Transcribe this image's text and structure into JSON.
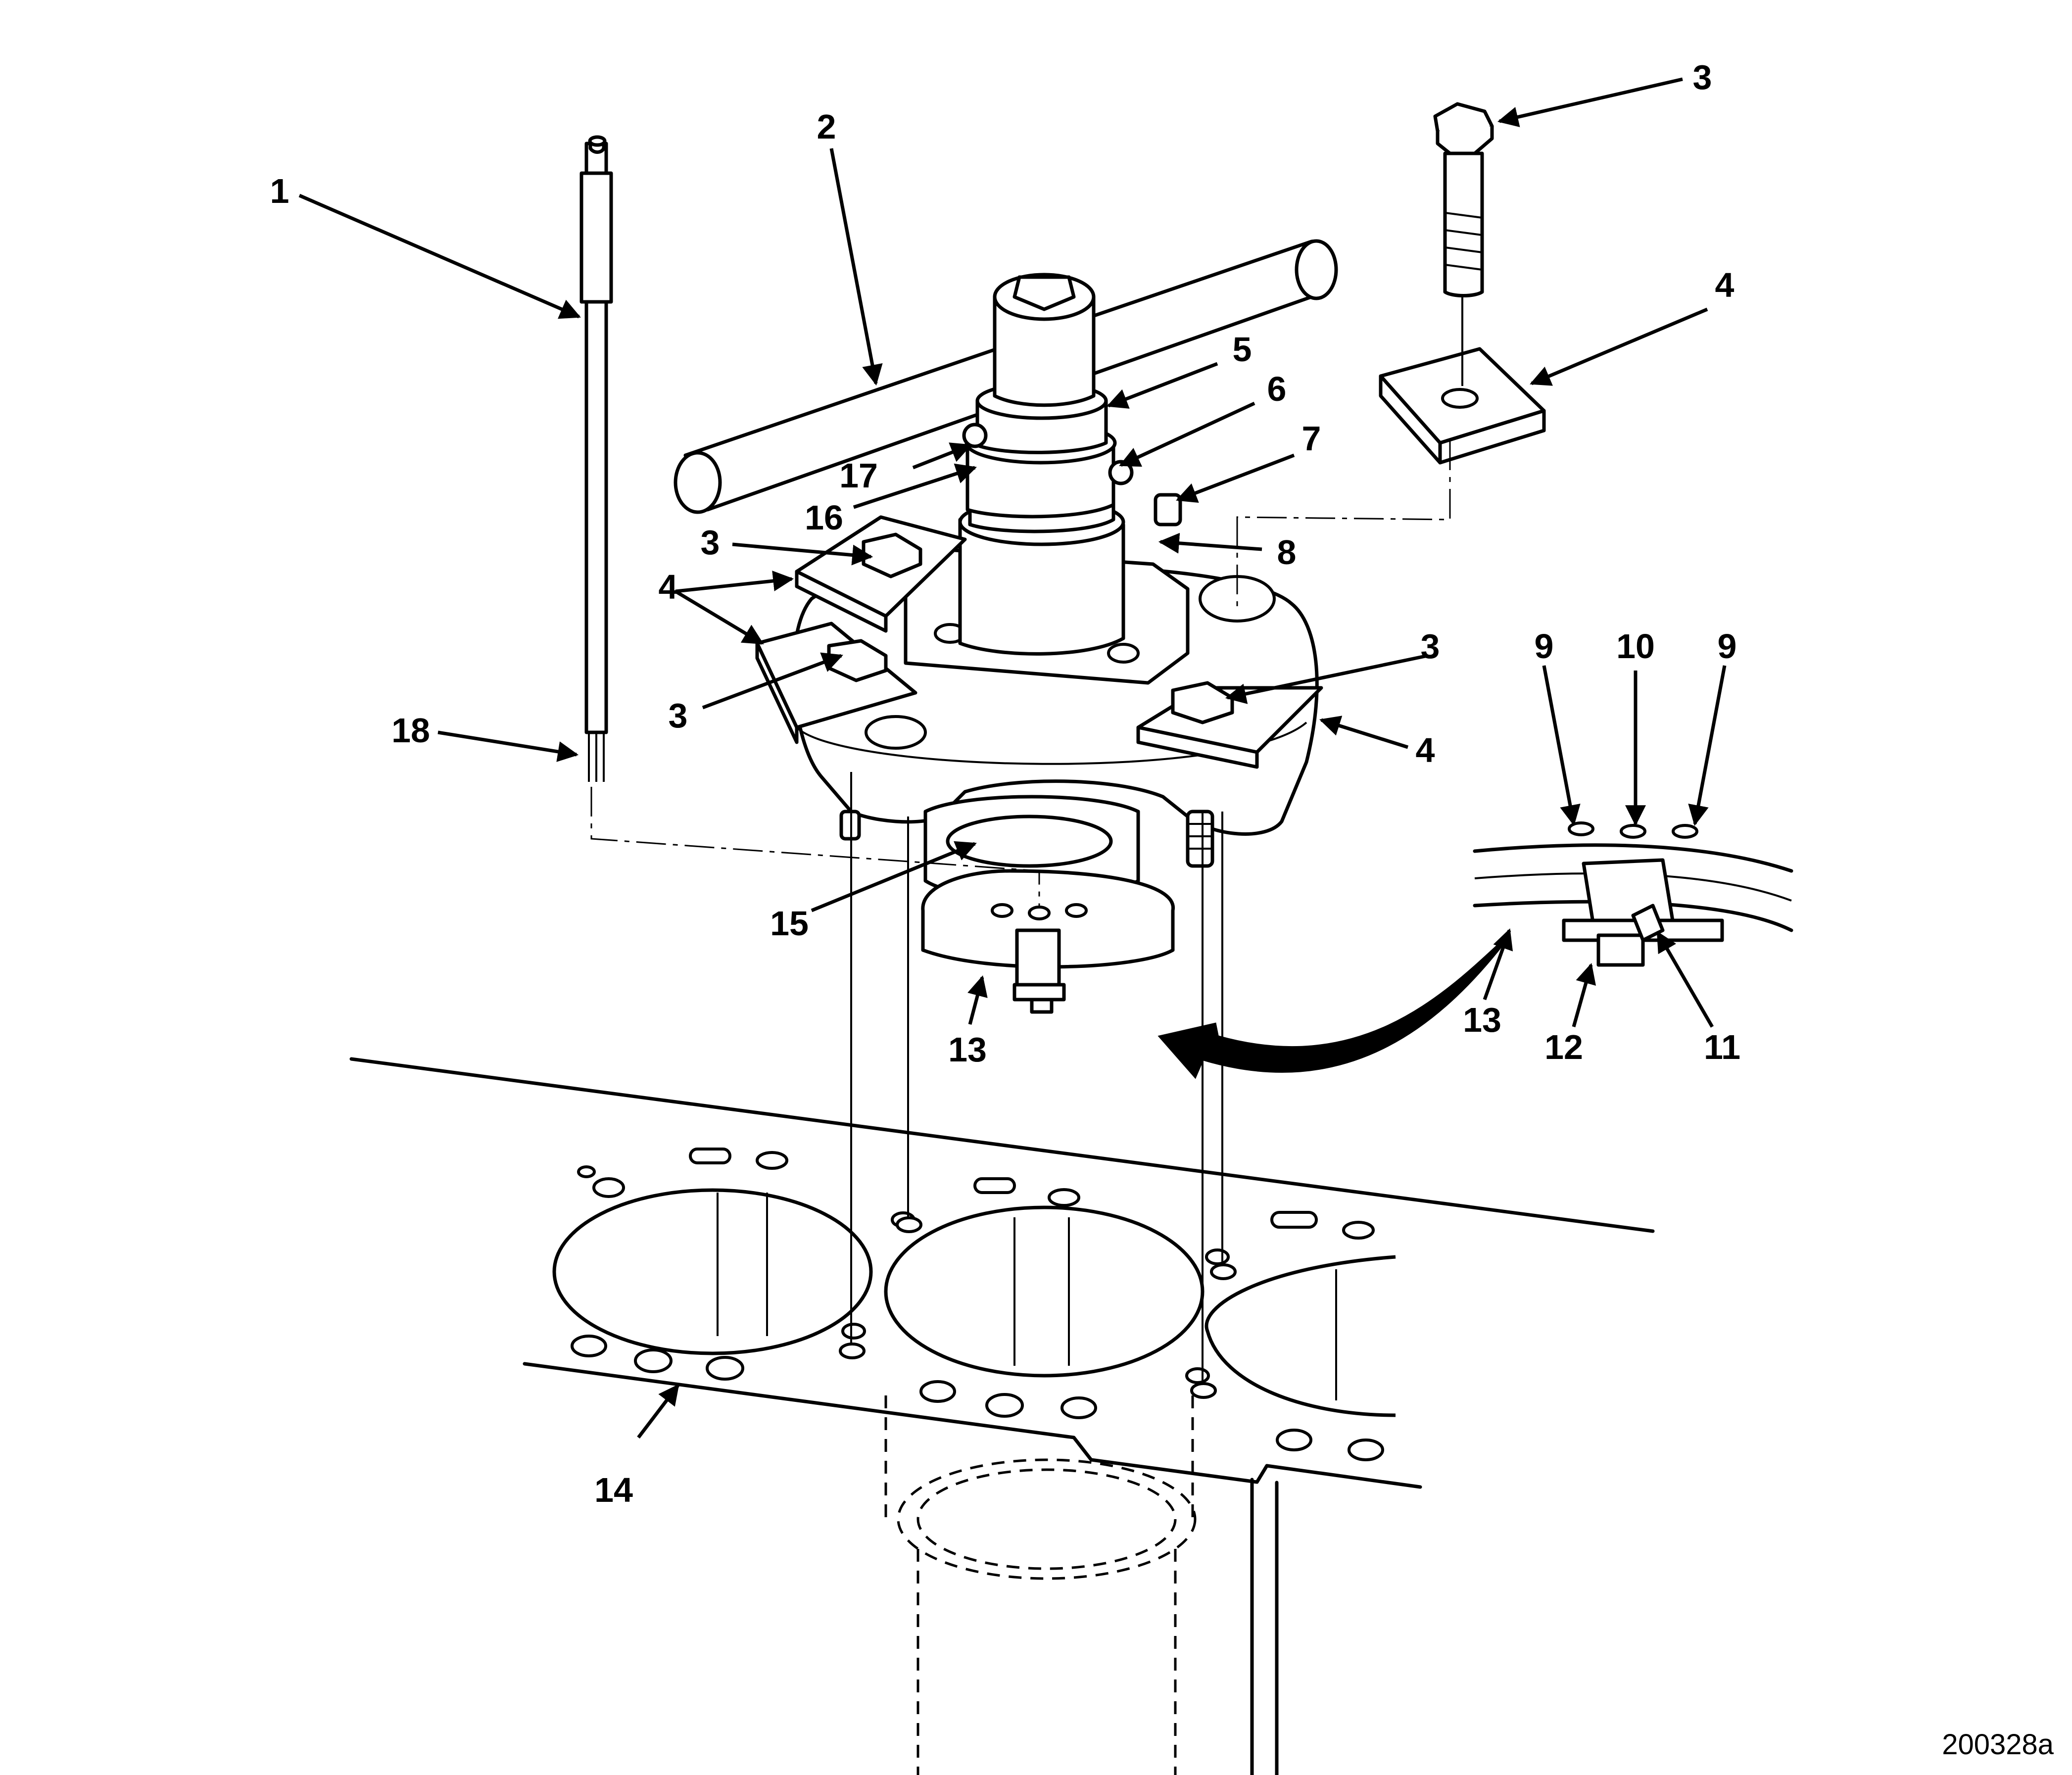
{
  "figure": {
    "id_label": "200328a",
    "callouts": [
      {
        "id": "c1",
        "text": "1"
      },
      {
        "id": "c2",
        "text": "2"
      },
      {
        "id": "c3a",
        "text": "3"
      },
      {
        "id": "c4a",
        "text": "4"
      },
      {
        "id": "c5",
        "text": "5"
      },
      {
        "id": "c6",
        "text": "6"
      },
      {
        "id": "c7",
        "text": "7"
      },
      {
        "id": "c8",
        "text": "8"
      },
      {
        "id": "c17",
        "text": "17"
      },
      {
        "id": "c16",
        "text": "16"
      },
      {
        "id": "c3b",
        "text": "3"
      },
      {
        "id": "c4b",
        "text": "4"
      },
      {
        "id": "c3c",
        "text": "3"
      },
      {
        "id": "c3d",
        "text": "3"
      },
      {
        "id": "c4c",
        "text": "4"
      },
      {
        "id": "c18",
        "text": "18"
      },
      {
        "id": "c15",
        "text": "15"
      },
      {
        "id": "c13a",
        "text": "13"
      },
      {
        "id": "c9a",
        "text": "9"
      },
      {
        "id": "c10",
        "text": "10"
      },
      {
        "id": "c9b",
        "text": "9"
      },
      {
        "id": "c13b",
        "text": "13"
      },
      {
        "id": "c12",
        "text": "12"
      },
      {
        "id": "c11",
        "text": "11"
      },
      {
        "id": "c14",
        "text": "14"
      }
    ]
  }
}
